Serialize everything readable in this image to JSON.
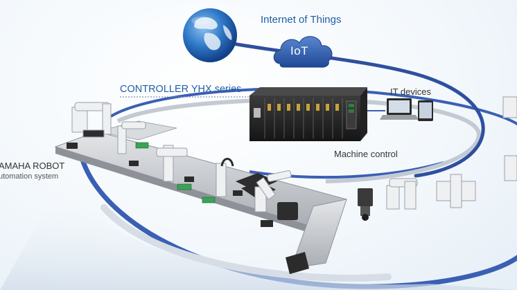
{
  "labels": {
    "iot_title": "Internet of Things",
    "iot_cloud": "IoT",
    "controller": "CONTROLLER YHX series",
    "it_devices": "IT devices",
    "machine_control": "Machine control",
    "yamaha_line1": "AMAHA ROBOT",
    "yamaha_line2": "utomation system"
  },
  "colors": {
    "accent_blue": "#1f5fa8",
    "orbit_blue": "#3a5fb4",
    "cloud_blue": "#2c57a6",
    "text_dark": "#333333",
    "controller_body": "#2a2a2a",
    "rail_gray": "#c9ccd0"
  },
  "icons": [
    "globe-icon",
    "cloud-icon",
    "controller-icon",
    "laptop-icon",
    "tablet-icon",
    "robot-arm-icon",
    "camera-icon",
    "conveyor-icon"
  ]
}
